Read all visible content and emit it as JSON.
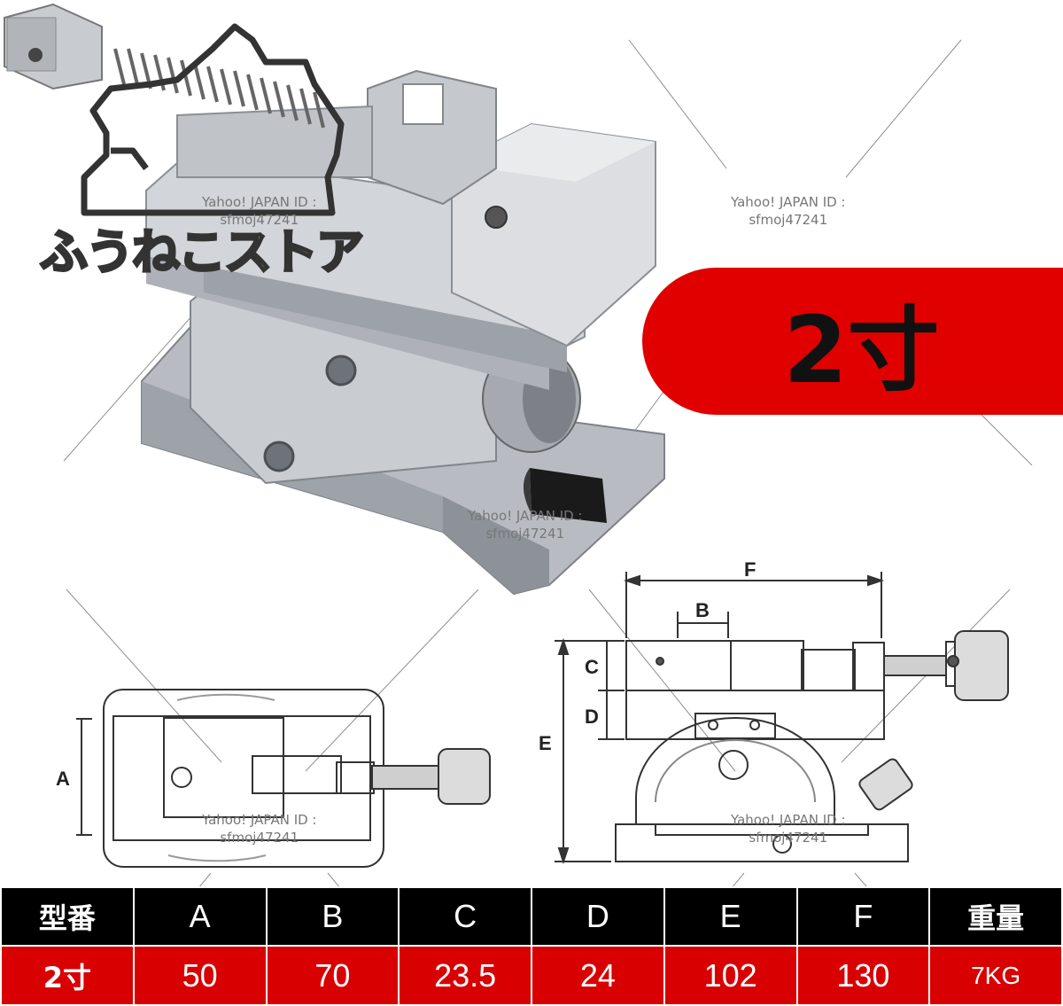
{
  "brand": {
    "logo_text": "ふうねこストア"
  },
  "watermarks": [
    {
      "line1": "Yahoo! JAPAN ID :",
      "line2": "sfmoj47241"
    },
    {
      "line1": "Yahoo! JAPAN ID :",
      "line2": "sfmoj47241"
    },
    {
      "line1": "Yahoo! JAPAN ID :",
      "line2": "sfmoj47241"
    },
    {
      "line1": "Yahoo! JAPAN ID :",
      "line2": "sfmoj47241"
    },
    {
      "line1": "Yahoo! JAPAN ID :",
      "line2": "sfmoj47241"
    }
  ],
  "size_badge": {
    "text": "2寸",
    "color": "#e00000"
  },
  "drawing_labels": {
    "a": "A",
    "b": "B",
    "c": "C",
    "d": "D",
    "e": "E",
    "f": "F"
  },
  "spec_table": {
    "headers": [
      "型番",
      "A",
      "B",
      "C",
      "D",
      "E",
      "F",
      "重量"
    ],
    "values": [
      "2寸",
      "50",
      "70",
      "23.5",
      "24",
      "102",
      "130",
      "7KG"
    ],
    "header_bg": "#000000",
    "value_bg": "#d80000"
  }
}
